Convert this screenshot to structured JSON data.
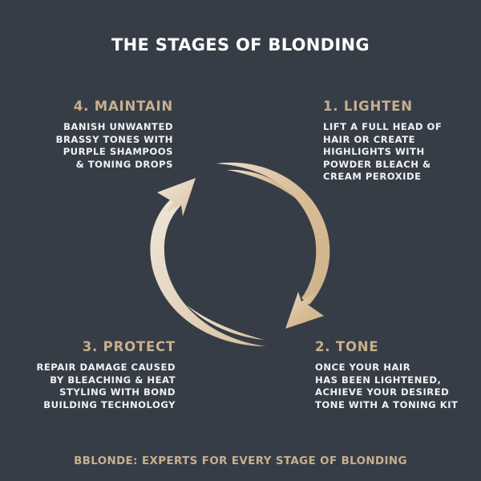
{
  "title": "THE STAGES OF BLONDING",
  "stages": [
    {
      "heading": "1. LIGHTEN",
      "lines": [
        "LIFT A FULL HEAD OF",
        "HAIR OR CREATE",
        "HIGHLIGHTS WITH",
        "POWDER BLEACH &",
        "CREAM PEROXIDE"
      ]
    },
    {
      "heading": "2. TONE",
      "lines": [
        "ONCE YOUR HAIR",
        "HAS BEEN LIGHTENED,",
        "ACHIEVE YOUR DESIRED",
        "TONE WITH A TONING KIT"
      ]
    },
    {
      "heading": "3. PROTECT",
      "lines": [
        "REPAIR DAMAGE CAUSED",
        "BY BLEACHING & HEAT",
        "STYLING WITH BOND",
        "BUILDING TECHNOLOGY"
      ]
    },
    {
      "heading": "4. MAINTAIN",
      "lines": [
        "BANISH UNWANTED",
        "BRASSY TONES WITH",
        "PURPLE SHAMPOOS",
        "& TONING DROPS"
      ]
    }
  ],
  "diagram": {
    "arrows": [
      "arrow-lighten-to-tone",
      "arrow-protect-to-maintain"
    ],
    "direction": "clockwise"
  },
  "footer": "BBLONDE: EXPERTS FOR EVERY STAGE OF BLONDING",
  "colors": {
    "background": "#363d47",
    "gold": "#c8b08d",
    "text": "#f2f2f2",
    "title": "#ffffff"
  }
}
